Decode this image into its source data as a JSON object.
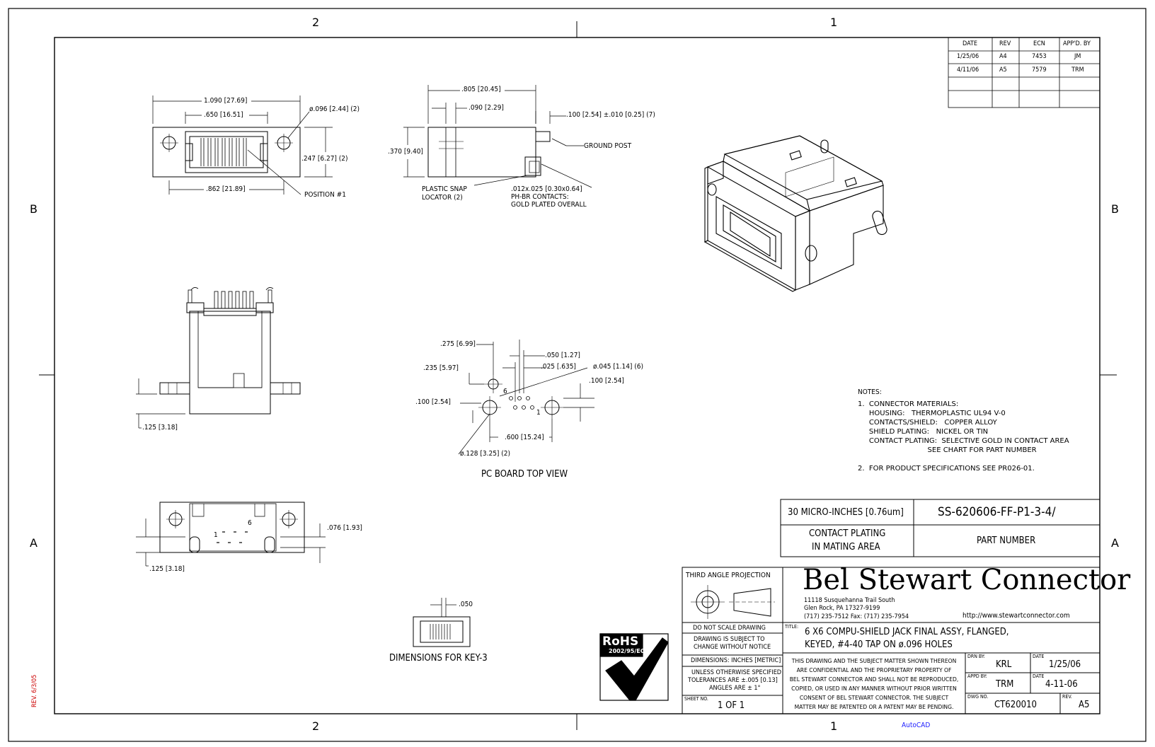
{
  "zones": {
    "top": [
      "2",
      "1"
    ],
    "bottom": [
      "2",
      "1"
    ],
    "left": [
      "B",
      "A"
    ],
    "right": [
      "B",
      "A"
    ]
  },
  "revision_table": {
    "headers": [
      "DATE",
      "REV",
      "ECN",
      "APP'D. BY"
    ],
    "rows": [
      [
        "1/25/06",
        "A4",
        "7453",
        "JM"
      ],
      [
        "4/11/06",
        "A5",
        "7579",
        "TRM"
      ]
    ]
  },
  "dims": {
    "top_overall": "1.090 [27.69]",
    "top_inner": ".650 [16.51]",
    "top_hole": "ø.096 [2.44] (2)",
    "top_height": ".247 [6.27] (2)",
    "top_bottom": ".862 [21.89]",
    "position_1": "POSITION #1",
    "side_depth": ".805 [20.45]",
    "side_090": ".090 [2.29]",
    "side_100": ".100 [2.54] ±.010 [0.25] (7)",
    "side_height": ".370 [9.40]",
    "ground_post": "GROUND POST",
    "plastic_snap": "PLASTIC SNAP",
    "locator": "LOCATOR (2)",
    "contacts_1": ".012x.025 [0.30x0.64]",
    "contacts_2": "PH-BR CONTACTS:",
    "contacts_3": "GOLD PLATED OVERALL",
    "front_125": ".125 [3.18]",
    "pcb_275": ".275 [6.99]",
    "pcb_050": ".050 [1.27]",
    "pcb_235": ".235 [5.97]",
    "pcb_025": ".025 [.635]",
    "pcb_045": "ø.045 [1.14] (6)",
    "pcb_100r": ".100 [2.54]",
    "pcb_100l": ".100 [2.54]",
    "pcb_600": ".600 [15.24]",
    "pcb_128": "ø.128 [3.25] (2)",
    "pcb_6": "6",
    "pcb_1": "1",
    "pcb_title": "PC BOARD TOP VIEW",
    "bot_076": ".076 [1.93]",
    "bot_125": ".125 [3.18]",
    "bot_1": "1",
    "bot_6": "6",
    "key_050": ".050",
    "key_title": "DIMENSIONS FOR KEY-3"
  },
  "notes": {
    "heading": "NOTES:",
    "lines": [
      "1.  CONNECTOR MATERIALS:",
      "     HOUSING:   THERMOPLASTIC UL94 V-0",
      "     CONTACTS/SHIELD:   COPPER ALLOY",
      "     SHIELD PLATING:   NICKEL OR TIN",
      "     CONTACT PLATING:  SELECTIVE GOLD IN CONTACT AREA",
      "                               SEE CHART FOR PART NUMBER",
      "",
      "2.  FOR PRODUCT SPECIFICATIONS SEE PR026-01."
    ]
  },
  "plating_table": {
    "plating_value": "30 MICRO-INCHES [0.76um]",
    "part_number": "SS-620606-FF-P1-3-4/",
    "plating_label_1": "CONTACT PLATING",
    "plating_label_2": "IN MATING AREA",
    "part_label": "PART NUMBER"
  },
  "title_block": {
    "projection": "THIRD ANGLE PROJECTION",
    "company": "Bel Stewart Connector",
    "addr1": "11118 Susquehanna Trail South",
    "addr2": "Glen Rock, PA   17327-9199",
    "addr3": "(717) 235-7512   Fax: (717) 235-7954",
    "url": "http://www.stewartconnector.com",
    "no_scale": "DO NOT SCALE DRAWING",
    "subject1": "DRAWING IS SUBJECT TO",
    "subject2": "CHANGE WITHOUT NOTICE",
    "dimensions": "DIMENSIONS: INCHES [METRIC]",
    "tol1": "UNLESS OTHERWISE SPECIFIED",
    "tol2": "TOLERANCES ARE ±.005 [0.13]",
    "tol3": "ANGLES ARE ± 1°",
    "sheet_label": "SHEET NO.",
    "sheet": "1 OF 1",
    "title_label": "TITLE:",
    "title1": "6 X6  COMPU-SHIELD JACK FINAL ASSY, FLANGED,",
    "title2": "KEYED, #4-40 TAP ON ø.096 HOLES",
    "conf": [
      "THIS DRAWING AND THE SUBJECT MATTER SHOWN THEREON",
      "ARE CONFIDENTIAL AND THE PROPRIETARY PROPERTY OF",
      "BEL STEWART CONNECTOR AND SHALL NOT BE REPRODUCED,",
      "COPIED, OR USED IN ANY MANNER WITHOUT PRIOR WRITTEN",
      "CONSENT OF BEL STEWART CONNECTOR.  THE SUBJECT",
      "MATTER MAY BE PATENTED OR A PATENT MAY BE PENDING."
    ],
    "drn_label": "DRN BY:",
    "drn": "KRL",
    "date_label": "DATE",
    "drn_date": "1/25/06",
    "appd_label": "APPD BY:",
    "appd": "TRM",
    "appd_date": "4-11-06",
    "dwg_label": "DWG NO.",
    "dwg": "CT620010",
    "rev_label": "REV.",
    "rev": "A5"
  },
  "rohs": {
    "label": "RoHS",
    "directive": "2002/95/EC"
  },
  "footer": {
    "rev_stamp": "REV. 6/3/05",
    "autocad": "AutoCAD"
  },
  "colors": {
    "line": "#000000",
    "rev_stamp": "#cc0000",
    "autocad": "#1a1aff"
  }
}
